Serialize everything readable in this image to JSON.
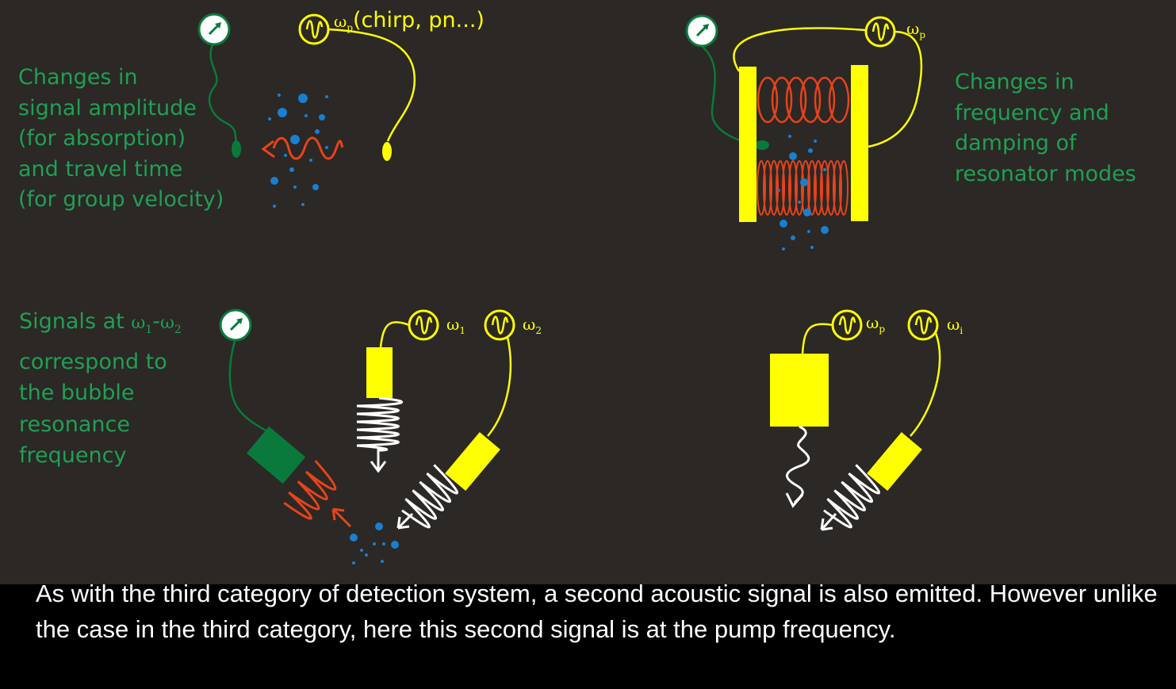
{
  "panel_tl": {
    "text_lines": [
      "Changes in",
      "signal amplitude",
      "(for absorption)",
      "and travel time",
      "(for group velocity)"
    ],
    "source_label": {
      "symbol": "ω",
      "sub": "p",
      "text": "(chirp, pn...)"
    }
  },
  "panel_tr": {
    "text_lines": [
      "Changes in",
      "frequency and",
      "damping of",
      "resonator modes"
    ],
    "source_label": {
      "symbol": "ω",
      "sub": "p"
    }
  },
  "panel_bl": {
    "text_lines": [
      "the bubble",
      "resonance",
      "frequency"
    ],
    "line1_prefix": "Signals at ",
    "line1_w1": {
      "symbol": "ω",
      "sub": "1"
    },
    "line1_dash": "-",
    "line1_w2": {
      "symbol": "ω",
      "sub": "2"
    },
    "line2": "correspond to",
    "source1_label": {
      "symbol": "ω",
      "sub": "1"
    },
    "source2_label": {
      "symbol": "ω",
      "sub": "2"
    }
  },
  "panel_br": {
    "source1_label": {
      "symbol": "ω",
      "sub": "p"
    },
    "source2_label": {
      "symbol": "ω",
      "sub": "i"
    }
  },
  "caption": "As with the third category of detection system, a second acoustic signal is also emitted. However unlike the case in the third category, here this second signal is at the pump frequency.",
  "colors": {
    "panel_background": "#2b2825",
    "page_background": "#000000",
    "label_green": "#1fa055",
    "transducer_yellow": "#ffff00",
    "signal_red": "#e8431a",
    "bubble_blue": "#1a7fd0",
    "sound_white": "#ffffff"
  },
  "icons": [
    "meter-icon",
    "sine-source-icon",
    "bubble-cloud",
    "sound-wave",
    "resonator-coil"
  ]
}
